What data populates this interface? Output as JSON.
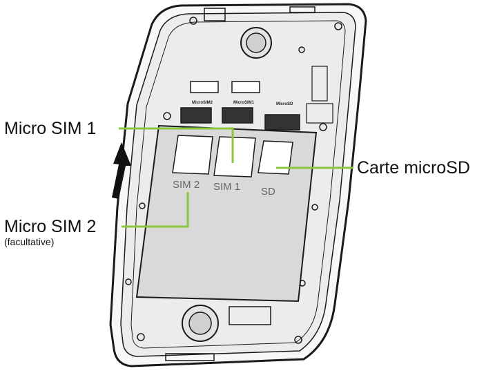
{
  "callouts": {
    "micro_sim_1": "Micro SIM 1",
    "micro_sim_2": "Micro SIM 2",
    "micro_sim_2_note": "(facultative)",
    "carte_microsd": "Carte microSD"
  },
  "slot_labels": {
    "sim2": "SIM 2",
    "sim1": "SIM 1",
    "sd": "SD"
  },
  "connector_labels": {
    "sim2": "MicroSIM2",
    "sim1": "MicroSIM1",
    "sd": "MicroSD"
  },
  "colors": {
    "leader_line": "#8cc63f",
    "phone_outline": "#1a1a1a",
    "battery_bay": "#d9d9d9",
    "card": "#ffffff"
  },
  "icons": {
    "direction_arrow": "arrow-up-icon"
  }
}
